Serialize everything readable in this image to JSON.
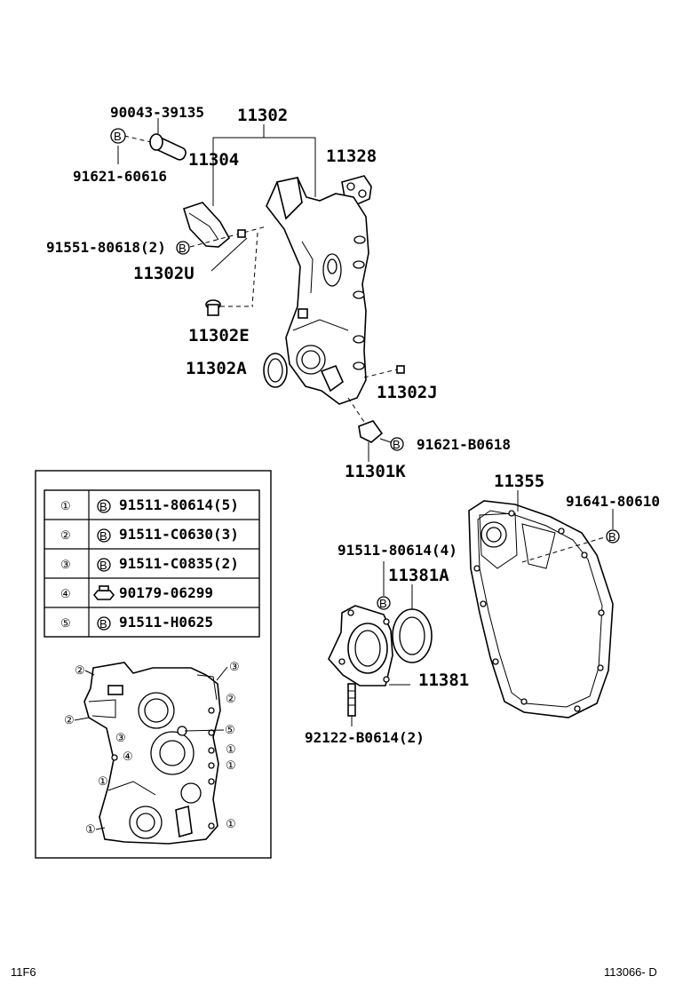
{
  "labels": {
    "p90043": "90043-39135",
    "p11302": "11302",
    "p11304": "11304",
    "p91621_60616": "91621-60616",
    "p11328": "11328",
    "p91551": "91551-80618(2)",
    "p11302U": "11302U",
    "p11302E": "11302E",
    "p11302A": "11302A",
    "p11302J": "11302J",
    "p91621_B0618": "91621-B0618",
    "p11301K": "11301K",
    "p11355": "11355",
    "p91641": "91641-80610",
    "p91511_4": "91511-80614(4)",
    "p11381A": "11381A",
    "p11381": "11381",
    "p92122": "92122-B0614(2)"
  },
  "bolt_symbol": "B",
  "bolt_table": [
    {
      "index": "①",
      "part": "91511-80614(5)",
      "icon": "bolt-circle-b"
    },
    {
      "index": "②",
      "part": "91511-C0630(3)",
      "icon": "bolt-circle-b"
    },
    {
      "index": "③",
      "part": "91511-C0835(2)",
      "icon": "bolt-circle-b"
    },
    {
      "index": "④",
      "part": "90179-06299",
      "icon": "nut-hex"
    },
    {
      "index": "⑤",
      "part": "91511-H0625",
      "icon": "bolt-circle-b"
    }
  ],
  "diagram_callouts": [
    "②",
    "③",
    "②",
    "②",
    "③",
    "⑤",
    "④",
    "①",
    "①",
    "①",
    "①",
    "①"
  ],
  "footer": {
    "left_code": "11F6",
    "right_code": "113066- D"
  }
}
